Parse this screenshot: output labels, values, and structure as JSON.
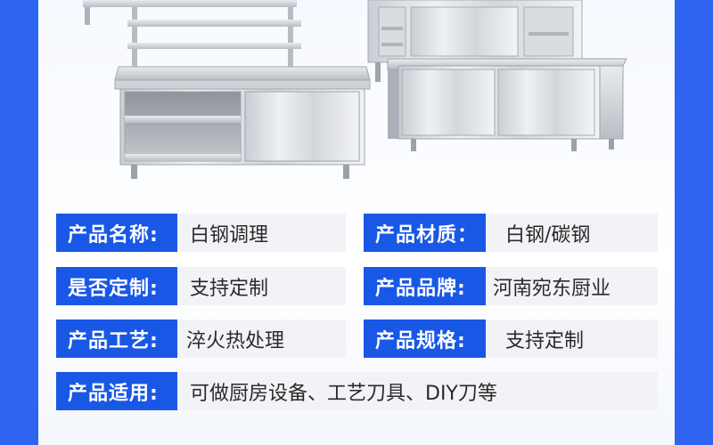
{
  "image": {
    "subject": "stainless-steel-cabinet-workbenches"
  },
  "specs": [
    {
      "label": "产品名称:",
      "value": "白钢调理"
    },
    {
      "label": "产品材质：",
      "value": "白钢/碳钢"
    },
    {
      "label": "是否定制:",
      "value": "支持定制"
    },
    {
      "label": "产品品牌:",
      "value": "河南宛东厨业"
    },
    {
      "label": "产品工艺:",
      "value": "淬火热处理"
    },
    {
      "label": "产品规格:",
      "value": "支持定制"
    },
    {
      "label": "产品适用:",
      "value": "可做厨房设备、工艺刀具、DIY刀等"
    }
  ],
  "colors": {
    "background": "#2f64f0",
    "label_bg": "#1957e6",
    "label_text": "#ffffff",
    "value_bg": "#f1f3f6",
    "value_text": "#2a2a2a"
  }
}
